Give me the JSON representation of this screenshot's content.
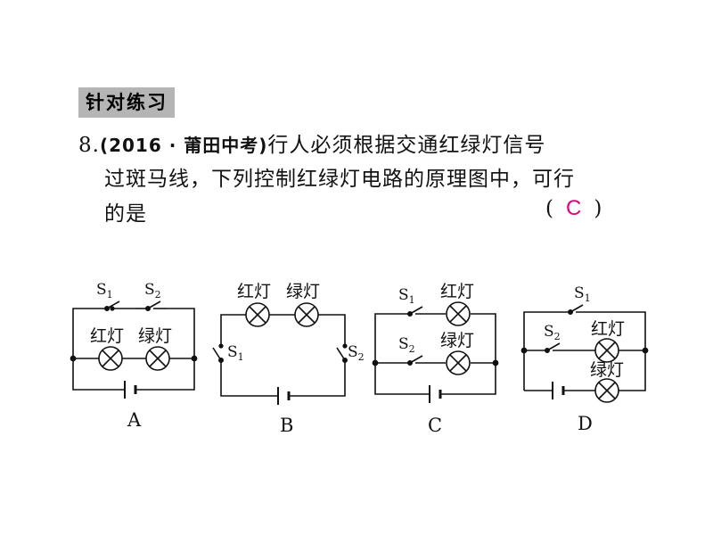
{
  "tag": "针对练习",
  "question": {
    "number": "8.",
    "source": "(2016 · 莆田中考)",
    "line1_rest": "行人必须根据交通红绿灯信号",
    "line2": "过斑马线，下列控制红绿灯电路的原理图中，可行",
    "line3": "的是",
    "paren_open": "(",
    "answer": "C",
    "paren_close": ")"
  },
  "labels": {
    "red_lamp": "红灯",
    "green_lamp": "绿灯",
    "switch1": "S",
    "switch1_sub": "1",
    "switch2": "S",
    "switch2_sub": "2"
  },
  "options": [
    "A",
    "B",
    "C",
    "D"
  ]
}
